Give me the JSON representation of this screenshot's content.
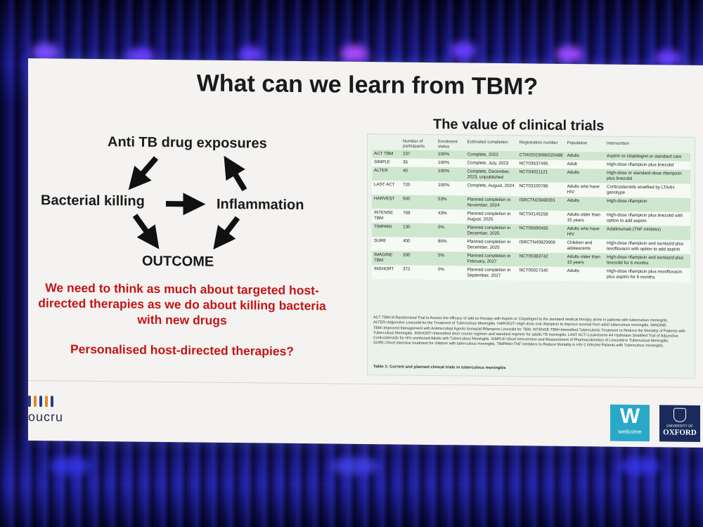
{
  "slide": {
    "title": "What can we learn from TBM?",
    "subtitle": "The value of clinical trials"
  },
  "diagram": {
    "node_top": "Anti TB drug exposures",
    "node_left": "Bacterial killing",
    "node_right": "Inflammation",
    "node_bottom": "OUTCOME"
  },
  "messages": {
    "main": "We need to think as much about targeted host-directed therapies as we do about killing bacteria with new drugs",
    "question": "Personalised host-directed therapies?"
  },
  "table": {
    "headers": [
      "",
      "Number of participants",
      "Enrolment status",
      "Estimated completion",
      "Registration number",
      "Population",
      "Intervention"
    ],
    "rows": [
      [
        "ACT TBM",
        "237",
        "100%",
        "Complete, 2022",
        "CTRI/2019/08/020488",
        "Adults",
        "Aspirin or clopidogrel or standard care"
      ],
      [
        "SIMPLE",
        "36",
        "100%",
        "Complete, July, 2023",
        "NCT03537495",
        "Adult",
        "High-dose rifampicin plus linezolid"
      ],
      [
        "ALTER",
        "40",
        "100%",
        "Complete, December, 2023, unpublished",
        "NCT04021121",
        "Adults",
        "High-dose or standard-dose rifampicin plus linezolid"
      ],
      [
        "LAST ACT",
        "720",
        "100%",
        "Complete, August, 2024",
        "NCT03100786",
        "Adults who have HIV",
        "Corticosteroids stratified by LTA4H genotype"
      ],
      [
        "HARVEST",
        "500",
        "53%",
        "Planned completion in November, 2024",
        "ISRCTN15668391",
        "Adults",
        "High-dose rifampicin"
      ],
      [
        "INTENSE TBM",
        "768",
        "43%",
        "Planned completion in August, 2025",
        "NCT04145258",
        "Adults older than 15 years",
        "High-dose rifampicin plus linezolid with option to add aspirin"
      ],
      [
        "TIMPANI",
        "130",
        "0%",
        "Planned completion in December, 2025",
        "NCT05590455",
        "Adults who have HIV",
        "Adalimumab (TNF inhibitor)"
      ],
      [
        "SURE",
        "400",
        "80%",
        "Planned completion in December, 2025",
        "ISRCTN40829906",
        "Children and adolescents",
        "High-dose rifampicin and isoniazid plus levofloxacin with option to add aspirin"
      ],
      [
        "IMAGINE TBM",
        "330",
        "5%",
        "Planned completion in February, 2027",
        "NCT05383742",
        "Adults older than 15 years",
        "High-dose rifampicin and isoniazid plus linezolid for 6 months"
      ],
      [
        "INSHORT",
        "372",
        "0%",
        "Planned completion in September, 2027",
        "NCT05917340",
        "Adults",
        "High-dose rifampicin plus moxifloxacin plus aspirin for 6 months"
      ]
    ],
    "footnote": "ACT TBM=A Randomised Trial to Assess the efficacy of add on therapy with Aspirin or Clopidogrel to the standard medical therapy alone in patients with tuberculous meningitis. ALTER=Adjunctive Linezolid for the Treatment of Tuberculous Meningitis. HARVEST=High-dose oral rifampicin to improve survival from adult tuberculous meningitis. IMAGINE-TBM=Improved Management with Antimicrobial Agents Isoniazid Rifampicin Linezolid for TBM. INTENSE-TBM=Intensified Tuberculosis Treatment to Reduce the Mortality of Patients with Tuberculous Meningitis. INSHORT=Intensified short course regimen and standard regimen for adults TB meningitis. LAST ACT=Leukotriene A4 Hydrolase Stratified Trial of Adjunctive Corticosteroids for HIV-uninfected Adults with Tuberculous Meningitis. SIMPLE=Short Intervention and Measurement of Pharmacokinetics of Linezolid in Tuberculous Meningitis. SURE=Short intensive treatment for children with tuberculous meningitis. TIMPANI=TNF Inhibitors to Reduce Mortality in HIV-1 Infected Patients with Tuberculous meningitis.",
    "caption": "Table 1: Current and planned clinical trials in tuberculous meningitis"
  },
  "logos": {
    "oucru": "oucru",
    "wellcome_letter": "W",
    "wellcome_name": "wellcome",
    "oxford_university": "UNIVERSITY OF",
    "oxford_name": "OXFORD"
  },
  "colors": {
    "slide_bg": "#f4f3f1",
    "message_red": "#c41414",
    "table_green": "#cfe6cf",
    "wellcome_teal": "#2aa8c8",
    "oxford_navy": "#1a2a5a",
    "oucru_bars": [
      "#2b3a8a",
      "#e08a1a",
      "#2b3a8a",
      "#e08a1a",
      "#2b3a8a"
    ]
  }
}
